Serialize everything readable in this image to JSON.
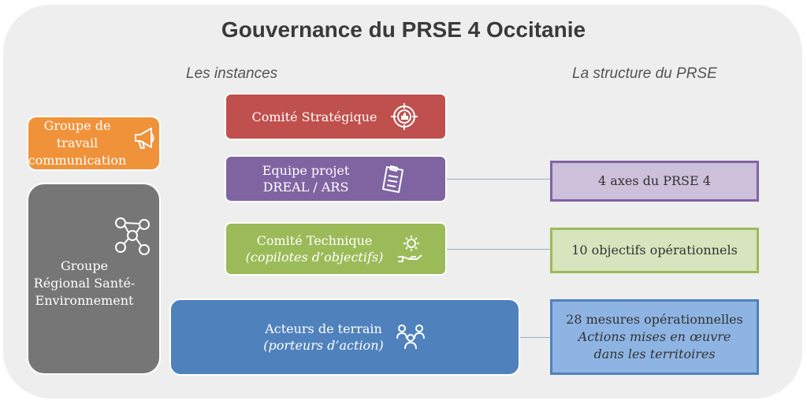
{
  "title": "Gouvernance du PRSE 4 Occitanie",
  "subheads": {
    "left": "Les instances",
    "right": "La structure du PRSE"
  },
  "left_boxes": {
    "communication": {
      "lines": [
        "Groupe de",
        "travail",
        "communication"
      ],
      "icon": "megaphone-icon",
      "color": "#f0923a"
    },
    "grse": {
      "lines": [
        "Groupe",
        "Régional Santé-",
        "Environnement"
      ],
      "icon": "network-icon",
      "color": "#767676"
    }
  },
  "instances": {
    "strategique": {
      "line1": "Comité Stratégique",
      "icon": "target-icon",
      "color": "#c0504d"
    },
    "equipe": {
      "line1": "Equipe projet",
      "line2": "DREAL / ARS",
      "icon": "clipboard-icon",
      "color": "#8064a2"
    },
    "technique": {
      "line1": "Comité Technique",
      "line2": "(copilotes d’objectifs)",
      "icon": "gear-hand-icon",
      "color": "#9bbb59"
    },
    "terrain": {
      "line1": "Acteurs de terrain",
      "line2": "(porteurs d’action)",
      "icon": "people-icon",
      "color": "#4f81bd"
    }
  },
  "structure": {
    "axes": {
      "text": "4 axes du PRSE 4",
      "fill": "#ccc0da",
      "border": "#8064a2"
    },
    "objectifs": {
      "text": "10 objectifs opérationnels",
      "fill": "#d7e4bd",
      "border": "#9bbb59"
    },
    "mesures": {
      "line1": "28 mesures opérationnelles",
      "line2": "Actions mises en œuvre",
      "line3": "dans les territoires",
      "fill": "#8eb4e3",
      "border": "#4f81bd"
    }
  }
}
